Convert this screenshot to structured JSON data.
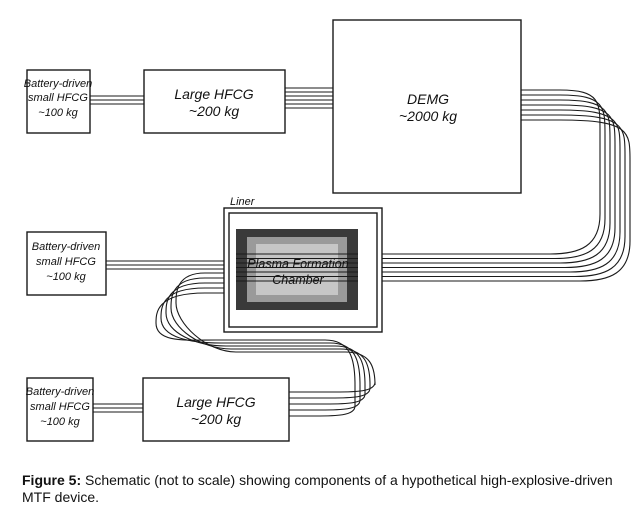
{
  "diagram": {
    "components": [
      {
        "id": "bat1",
        "line1": "Battery-driven",
        "line2": "small HFCG",
        "line3": "~100 kg"
      },
      {
        "id": "hfcg1",
        "line1": "Large HFCG",
        "line2": "~200 kg"
      },
      {
        "id": "demg",
        "line1": "DEMG",
        "line2": "~2000 kg"
      },
      {
        "id": "liner",
        "label": "Liner"
      },
      {
        "id": "chamber",
        "line1": "Plasma Formation",
        "line2": "Chamber"
      },
      {
        "id": "bat2",
        "line1": "Battery-driven",
        "line2": "small HFCG",
        "line3": "~100 kg"
      },
      {
        "id": "bat3",
        "line1": "Battery-driven",
        "line2": "small HFCG",
        "line3": "~100 kg"
      },
      {
        "id": "hfcg2",
        "line1": "Large HFCG",
        "line2": "~200 kg"
      }
    ]
  },
  "caption": {
    "label": "Figure 5:",
    "text": " Schematic (not to scale) showing components of a hypothetical high-explosive-driven MTF device."
  },
  "colors": {
    "line": "#1a1a1a",
    "chamber_outer": "#3a3a3a",
    "chamber_inner": "#9a9a9a",
    "chamber_core": "#c6c6c6"
  }
}
